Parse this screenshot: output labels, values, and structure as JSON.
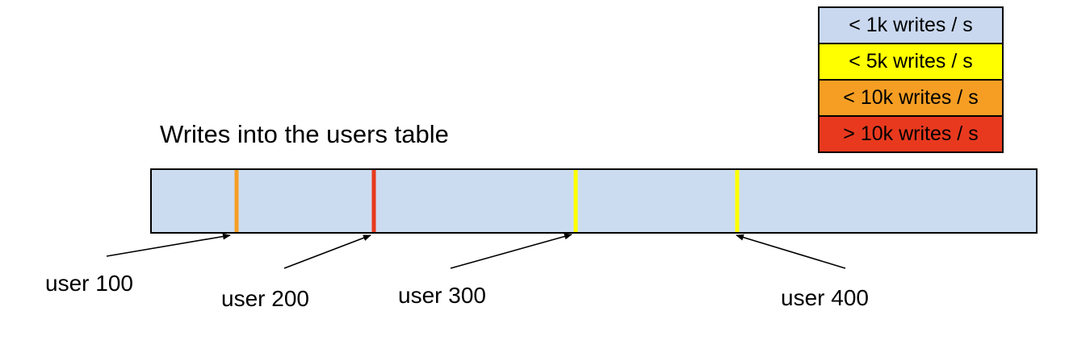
{
  "title": "Writes into the users table",
  "legend": {
    "items": [
      {
        "label": "< 1k writes / s",
        "color": "#c9d8ef"
      },
      {
        "label": "< 5k writes / s",
        "color": "#ffff00"
      },
      {
        "label": "< 10k writes / s",
        "color": "#f59e23"
      },
      {
        "label": "> 10k writes / s",
        "color": "#e8391e"
      }
    ]
  },
  "bar": {
    "fill": "#ccdcf0",
    "border_color": "#000000"
  },
  "markers": [
    {
      "label": "user 100",
      "color": "#f59e23",
      "position_pct": 9.6,
      "write_rate": "< 10k writes / s"
    },
    {
      "label": "user 200",
      "color": "#e8391e",
      "position_pct": 25.1,
      "write_rate": "> 10k writes / s"
    },
    {
      "label": "user 300",
      "color": "#ffff00",
      "position_pct": 47.9,
      "write_rate": "< 5k writes / s"
    },
    {
      "label": "user 400",
      "color": "#ffff00",
      "position_pct": 66.2,
      "write_rate": "< 5k writes / s"
    }
  ]
}
